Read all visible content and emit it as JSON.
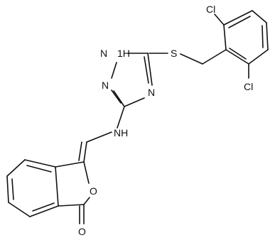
{
  "molecule": {
    "atom_labels": {
      "cl_top": "Cl",
      "cl_bottom": "Cl",
      "sulfur": "S",
      "nh_ring": "1H",
      "nh_ring_n": "N",
      "n_upper_left": "N",
      "n_lower_left": "N",
      "n_right": "N",
      "nh_link": "NH",
      "o_ring": "O",
      "o_carbonyl": "O"
    }
  }
}
